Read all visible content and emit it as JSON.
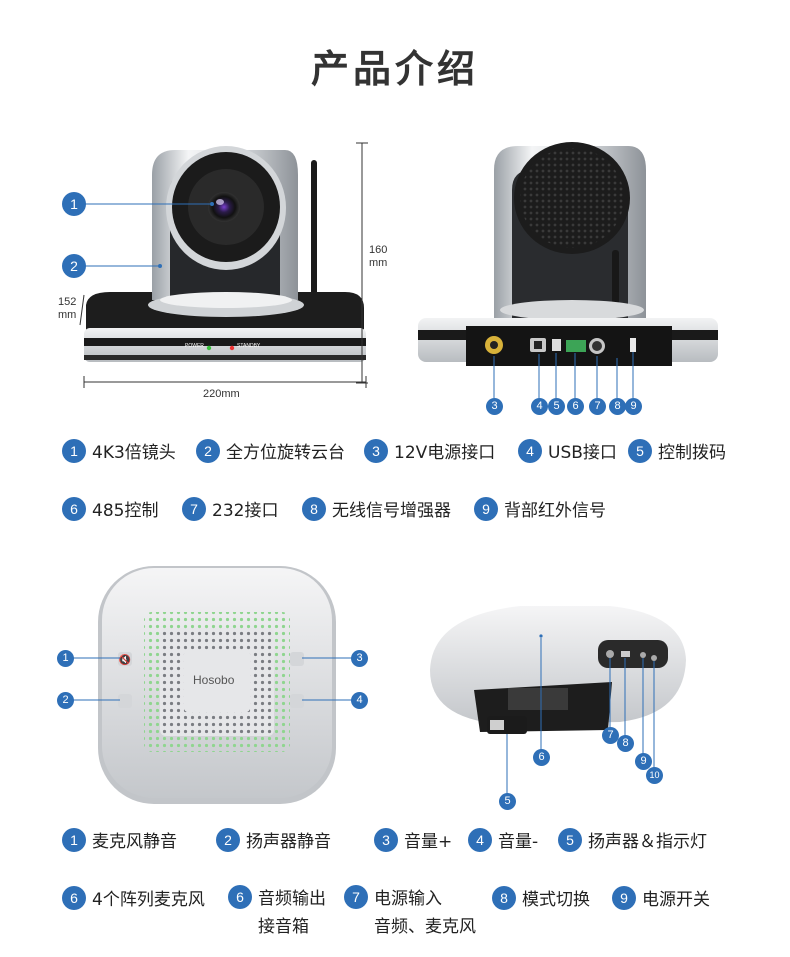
{
  "title": "产品介绍",
  "camera": {
    "dimensions": {
      "height": "160\nmm",
      "depth": "152\nmm",
      "width": "220mm"
    },
    "front_labels": [
      "1",
      "2"
    ],
    "rear_labels": [
      "3",
      "4",
      "5",
      "6",
      "7",
      "8",
      "9"
    ],
    "legend": [
      {
        "num": "1",
        "label": "4K3倍镜头"
      },
      {
        "num": "2",
        "label": "全方位旋转云台"
      },
      {
        "num": "3",
        "label": "12V电源接口"
      },
      {
        "num": "4",
        "label": "USB接口"
      },
      {
        "num": "5",
        "label": "控制拨码"
      },
      {
        "num": "6",
        "label": "485控制"
      },
      {
        "num": "7",
        "label": "232接口"
      },
      {
        "num": "8",
        "label": "无线信号增强器"
      },
      {
        "num": "9",
        "label": "背部红外信号"
      }
    ],
    "panel_text": {
      "power": "POWER",
      "standby": "STANDBY"
    }
  },
  "speaker": {
    "brand": "Hosobo",
    "top_labels": [
      "1",
      "2",
      "3",
      "4"
    ],
    "side_labels": [
      "5",
      "6",
      "7",
      "8",
      "9",
      "10"
    ],
    "legend": [
      {
        "num": "1",
        "label": "麦克风静音"
      },
      {
        "num": "2",
        "label": "扬声器静音"
      },
      {
        "num": "3",
        "label": "音量+"
      },
      {
        "num": "4",
        "label": "音量-"
      },
      {
        "num": "5",
        "label": "扬声器＆指示灯"
      },
      {
        "num": "6",
        "label": "4个阵列麦克风"
      },
      {
        "num": "6",
        "label": "音频输出",
        "label2": "接音箱"
      },
      {
        "num": "7",
        "label": "电源输入",
        "label2": "音频、麦克风"
      },
      {
        "num": "8",
        "label": "模式切换"
      },
      {
        "num": "9",
        "label": "电源开关"
      }
    ]
  }
}
